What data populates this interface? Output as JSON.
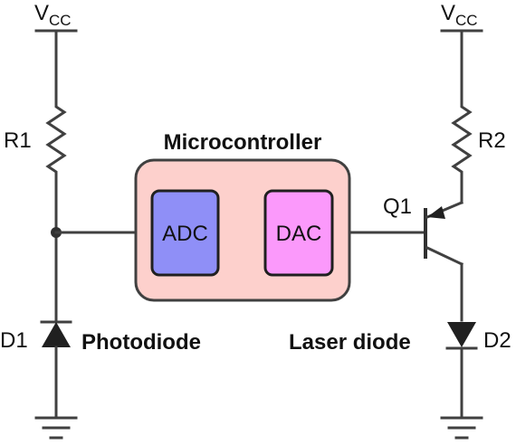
{
  "diagram": {
    "vcc_left": {
      "main": "V",
      "sub": "CC"
    },
    "vcc_right": {
      "main": "V",
      "sub": "CC"
    },
    "r1_label": "R1",
    "r2_label": "R2",
    "q1_label": "Q1",
    "d1_label": "D1",
    "d2_label": "D2",
    "mcu_title": "Microcontroller",
    "adc_label": "ADC",
    "dac_label": "DAC",
    "photodiode_label": "Photodiode",
    "laser_label": "Laser diode"
  },
  "colors": {
    "wire": "#404040",
    "mcu_fill": "#fdd0cc",
    "adc_fill": "#8f8ff7",
    "dac_fill": "#fb99fb"
  }
}
